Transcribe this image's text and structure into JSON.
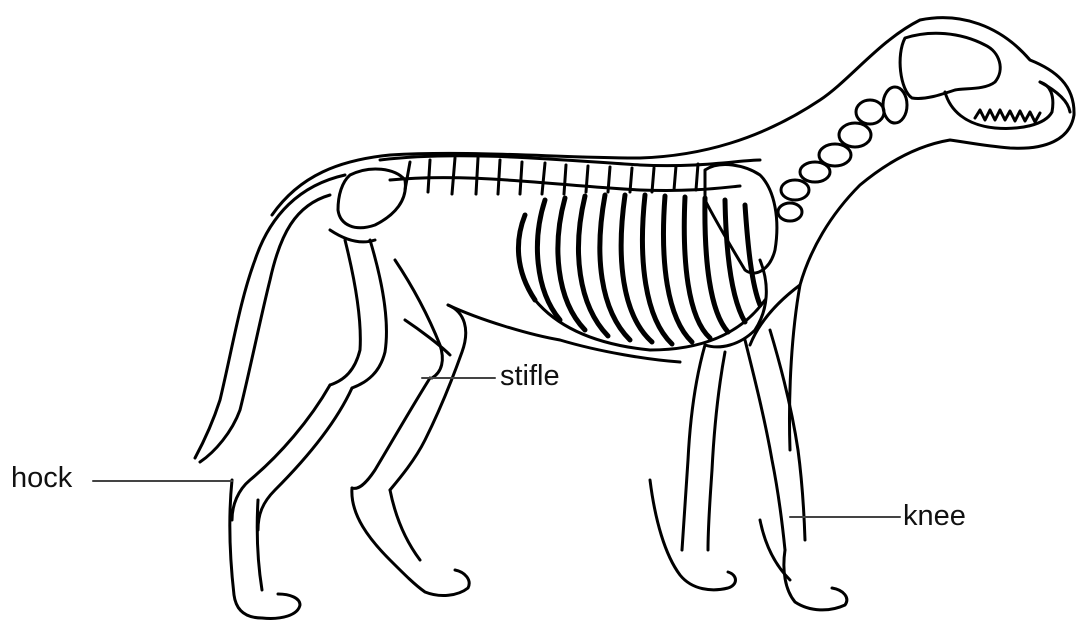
{
  "diagram": {
    "labels": {
      "stifle": "stifle",
      "hock": "hock",
      "knee": "knee"
    },
    "colors": {
      "line": "#000000",
      "leader": "#444444",
      "background": "#ffffff"
    }
  }
}
